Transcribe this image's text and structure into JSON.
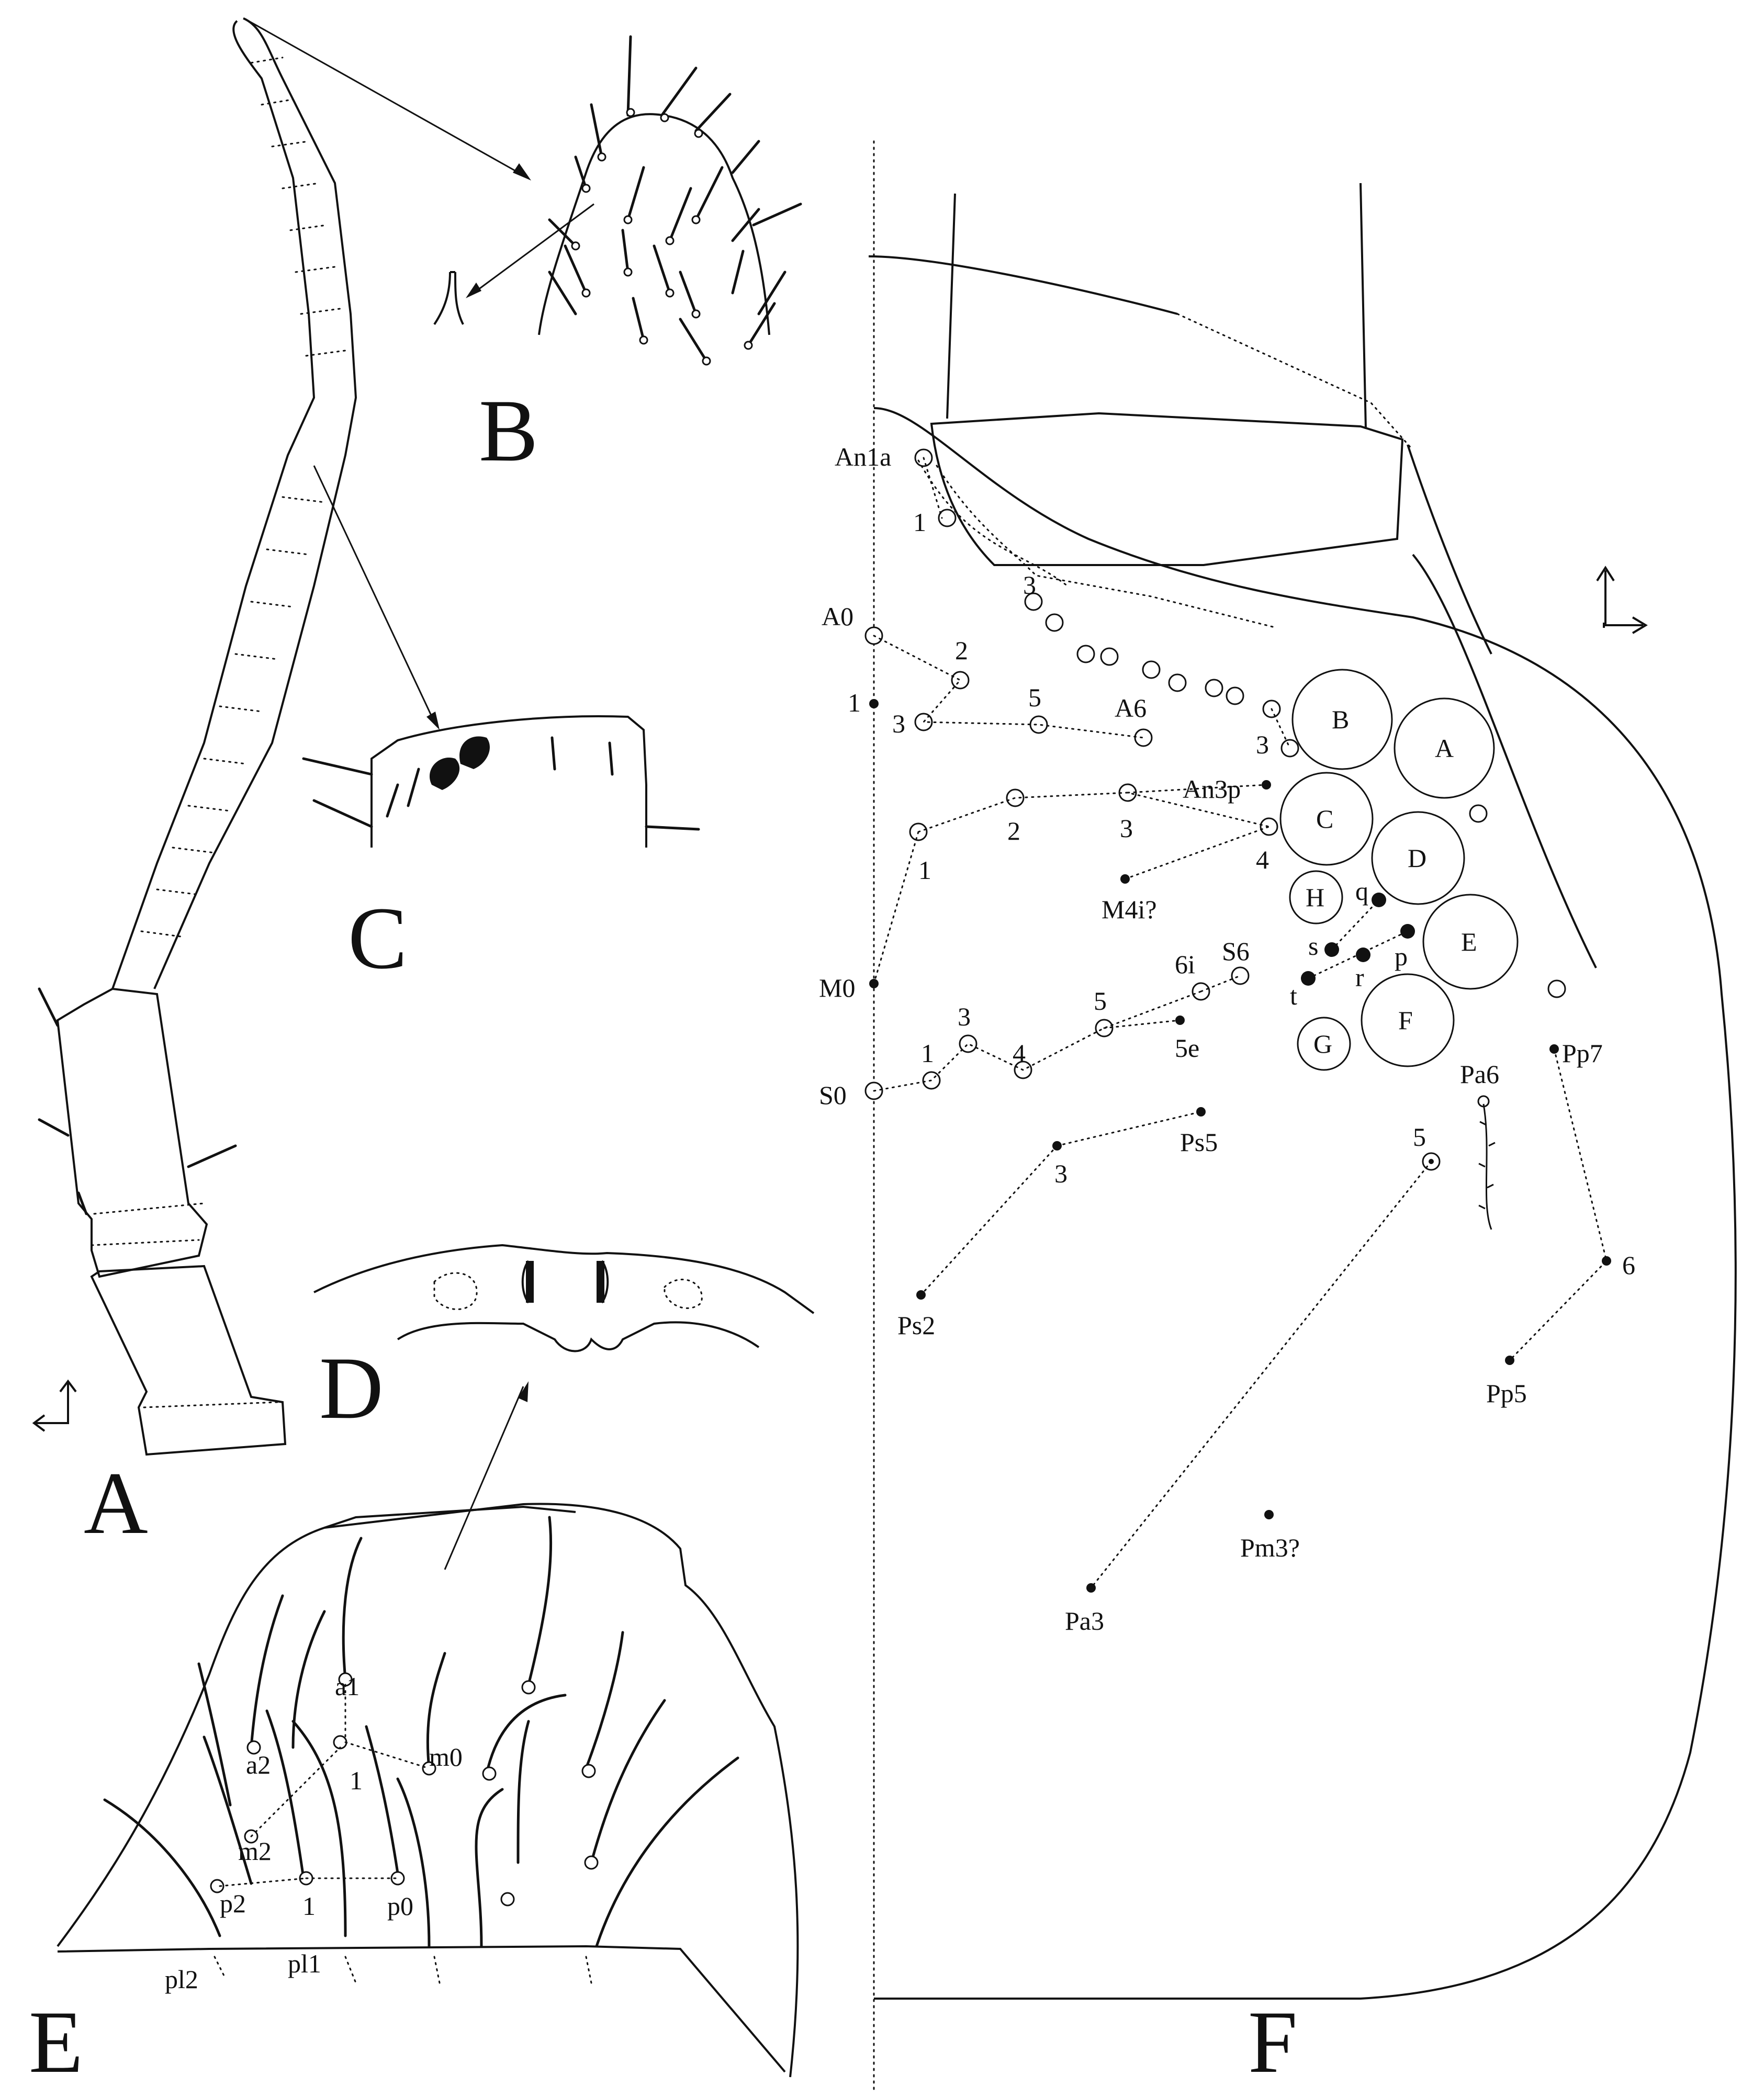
{
  "panels": {
    "A": "A",
    "B": "B",
    "C": "C",
    "D": "D",
    "E": "E",
    "F": "F"
  },
  "head_labels": {
    "An1a": "An1a",
    "an1": "1",
    "A0": "A0",
    "a1": "1",
    "a2": "2",
    "a3": "3",
    "a5": "5",
    "A6": "A6",
    "an_bar": "3",
    "An3p": "An3p",
    "m1": "1",
    "m2": "2",
    "m3": "3",
    "m4": "4",
    "M4i": "M4i?",
    "M0": "M0",
    "S0": "S0",
    "s1": "1",
    "s3": "3",
    "s4": "4",
    "s5": "5",
    "s6i": "6i",
    "S6": "S6",
    "s5e": "5e",
    "Pa6": "Pa6",
    "Pp7": "Pp7",
    "pa5": "5",
    "ps3": "3",
    "Ps5": "Ps5",
    "Ps2": "Ps2",
    "pp6": "6",
    "Pp5": "Pp5",
    "Pm3": "Pm3?",
    "Pa3": "Pa3"
  },
  "eyes": [
    "A",
    "B",
    "C",
    "D",
    "E",
    "F",
    "G",
    "H"
  ],
  "organ_labels": {
    "q": "q",
    "s": "s",
    "p": "p",
    "r": "r",
    "t": "t"
  },
  "labrum_labels": {
    "a1": "a1",
    "a2": "a2",
    "m0": "m0",
    "one_m": "1",
    "m2": "m2",
    "p2": "p2",
    "one_p": "1",
    "p0": "p0",
    "pl2": "pl2",
    "pl1": "pl1"
  }
}
